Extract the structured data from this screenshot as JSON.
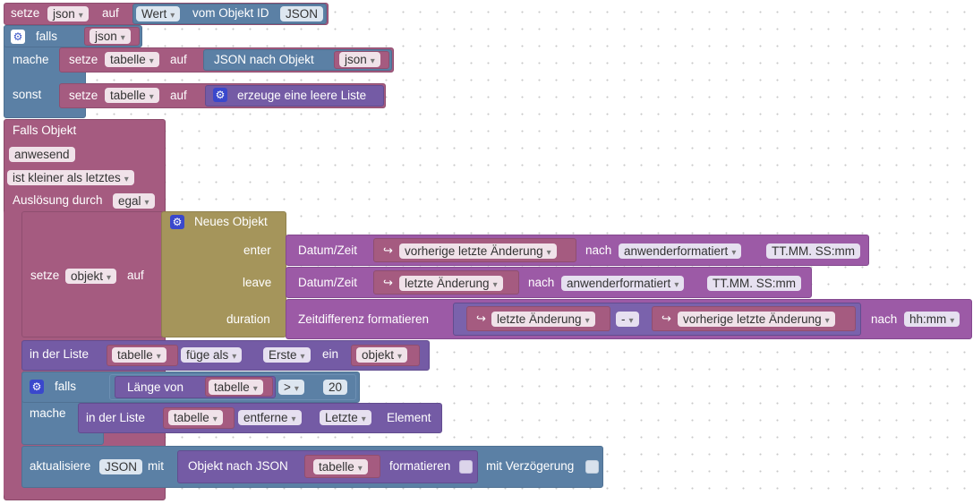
{
  "row1": {
    "setze": "setze",
    "var": "json",
    "auf": "auf",
    "wert": "Wert",
    "vom_objekt": "vom Objekt ID",
    "obj_id": "JSON"
  },
  "if1": {
    "falls": "falls",
    "cond_var": "json",
    "mache": "mache",
    "sonst": "sonst",
    "then_setze": "setze",
    "then_var": "tabelle",
    "then_auf": "auf",
    "json_nach_objekt": "JSON nach Objekt",
    "json_arg": "json",
    "else_setze": "setze",
    "else_var": "tabelle",
    "else_auf": "auf",
    "leere_liste": "erzeuge eine leere Liste"
  },
  "event": {
    "title": "Falls Objekt",
    "state": "anwesend",
    "compare": "ist kleiner als letztes",
    "trigger_label": "Auslösung durch",
    "trigger_value": "egal"
  },
  "set_obj": {
    "setze": "setze",
    "var": "objekt",
    "auf": "auf",
    "neues_objekt": "Neues Objekt",
    "enter": "enter",
    "leave": "leave",
    "duration": "duration",
    "datum_zeit": "Datum/Zeit",
    "vorherige": "vorherige letzte Änderung",
    "letzte": "letzte Änderung",
    "nach": "nach",
    "anwender": "anwenderformatiert",
    "format": "TT.MM. SS:mm",
    "zeitdifferenz": "Zeitdifferenz formatieren",
    "minus": "-",
    "hhmm": "hh:mm"
  },
  "list_insert": {
    "in_der_liste": "in der Liste",
    "list": "tabelle",
    "fuege_als": "füge als",
    "erste": "Erste",
    "ein": "ein",
    "item": "objekt"
  },
  "if2": {
    "falls": "falls",
    "mache": "mache",
    "laenge_von": "Länge von",
    "list": "tabelle",
    "op": ">",
    "num": "20",
    "in_der_liste": "in der Liste",
    "list2": "tabelle",
    "entferne": "entferne",
    "letzte": "Letzte",
    "element": "Element"
  },
  "update": {
    "aktualisiere": "aktualisiere",
    "target": "JSON",
    "mit": "mit",
    "objekt_nach_json": "Objekt nach JSON",
    "arg": "tabelle",
    "formatieren": "formatieren",
    "mit_verzoegerung": "mit Verzögerung"
  },
  "colors": {
    "variable": "#a55b80",
    "json": "#5b80a5",
    "logic": "#5b80a5",
    "list": "#745ba5",
    "time": "#9c5aa6",
    "object": "#a5955b"
  }
}
